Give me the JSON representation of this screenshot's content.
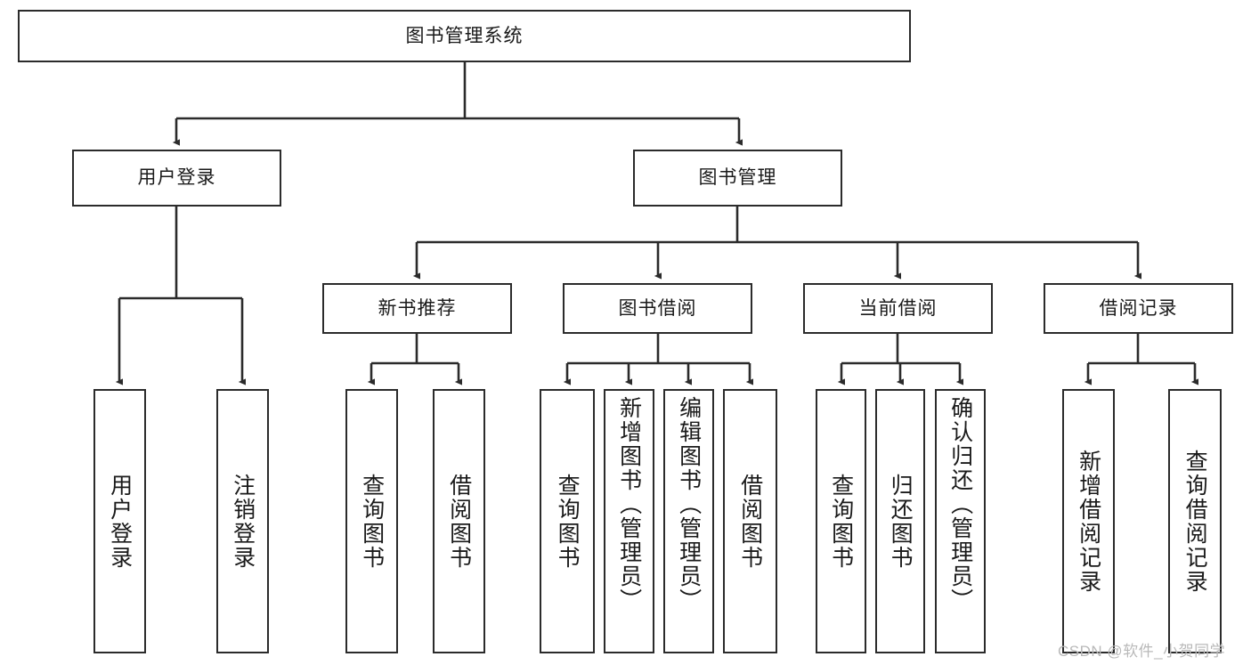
{
  "diagram": {
    "type": "tree-hierarchy",
    "title": "图书管理系统",
    "watermark": "CSDN @软件_小贺同学",
    "colors": {
      "stroke": "#2b2b2b",
      "fill": "#ffffff",
      "text": "#1a1a1a",
      "watermark": "#b9b9b9"
    },
    "levels": {
      "root": {
        "label": "图书管理系统"
      },
      "level2": [
        {
          "label": "用户登录"
        },
        {
          "label": "图书管理"
        }
      ],
      "level3": [
        {
          "label": "新书推荐"
        },
        {
          "label": "图书借阅"
        },
        {
          "label": "当前借阅"
        },
        {
          "label": "借阅记录"
        }
      ],
      "leaves": {
        "user_login": [
          {
            "label": "用户登录"
          },
          {
            "label": "注销登录"
          }
        ],
        "new_book": [
          {
            "label": "查询图书"
          },
          {
            "label": "借阅图书"
          }
        ],
        "borrow": [
          {
            "label": "查询图书"
          },
          {
            "label": "新增图书（管理员）"
          },
          {
            "label": "编辑图书（管理员）"
          },
          {
            "label": "借阅图书"
          }
        ],
        "current": [
          {
            "label": "查询图书"
          },
          {
            "label": "归还图书"
          },
          {
            "label": "确认归还（管理员）"
          }
        ],
        "records": [
          {
            "label": "新增借阅记录"
          },
          {
            "label": "查询借阅记录"
          }
        ]
      }
    }
  }
}
